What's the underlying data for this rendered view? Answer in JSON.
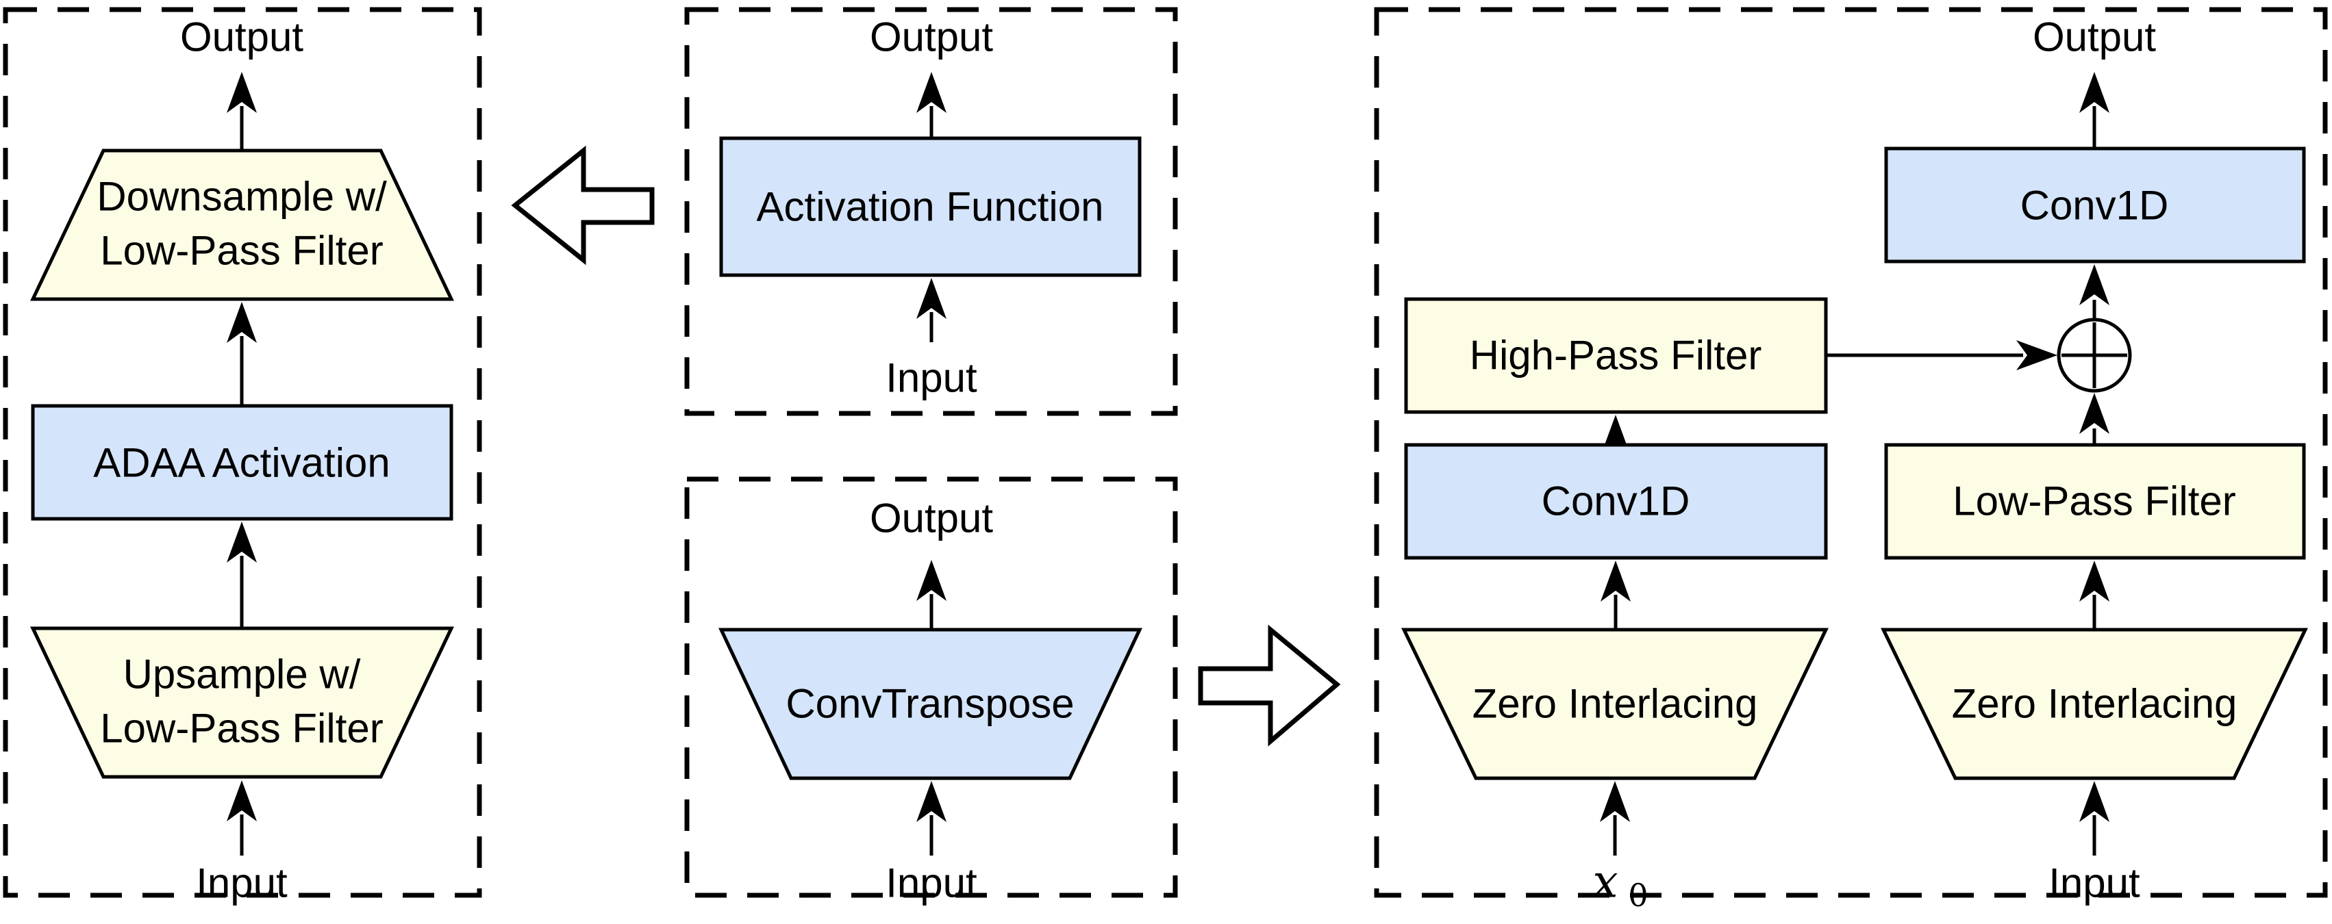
{
  "colors": {
    "block_blue": "#D4E4FA",
    "block_yellow": "#FDFDE6",
    "stroke": "#000000",
    "background": "#FFFFFF"
  },
  "icons": {
    "sum_icon": "circled-plus",
    "left_transform_icon": "hollow-arrow-left",
    "right_transform_icon": "hollow-arrow-right"
  },
  "panels": {
    "adaa": {
      "output_label": "Output",
      "downsample_line1": "Downsample w/",
      "downsample_line2": "Low-Pass Filter",
      "activation_label": "ADAA Activation",
      "upsample_line1": "Upsample w/",
      "upsample_line2": "Low-Pass Filter",
      "input_label": "Input"
    },
    "activation": {
      "output_label": "Output",
      "block_label": "Activation Function",
      "input_label": "Input"
    },
    "convtranspose": {
      "output_label": "Output",
      "block_label": "ConvTranspose",
      "input_label": "Input"
    },
    "proposed": {
      "output_label": "Output",
      "top_conv_label": "Conv1D",
      "high_pass_label": "High-Pass Filter",
      "low_pass_label": "Low-Pass Filter",
      "left_conv_label": "Conv1D",
      "left_interlace_label": "Zero Interlacing",
      "right_interlace_label": "Zero Interlacing",
      "x0_base": "x",
      "x0_sub": "0",
      "input_label": "Input"
    }
  }
}
